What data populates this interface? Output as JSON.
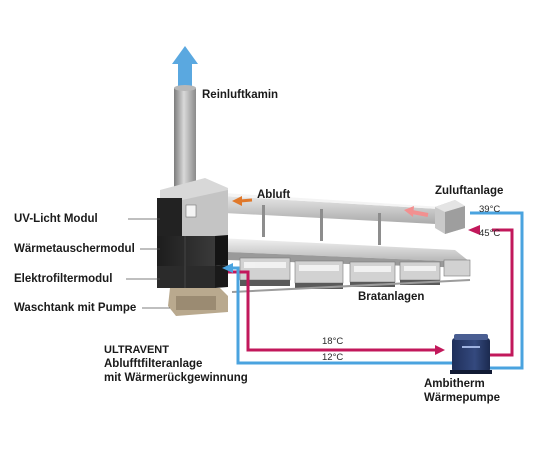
{
  "labels": {
    "reinluftkamin": "Reinluftkamin",
    "abluft": "Abluft",
    "zuluftanlage": "Zuluftanlage",
    "uv_licht": "UV-Licht Modul",
    "waermetauscher": "Wärmetauschermodul",
    "elektrofilter": "Elektrofiltermodul",
    "waschtank": "Waschtank mit Pumpe",
    "bratanlagen": "Bratanlagen",
    "ultravent_title": "ULTRAVENT",
    "ultravent_line1": "Ablufftfilteranlage",
    "ultravent_line2": "mit Wärmerückgewinnung",
    "ambitherm_line1": "Ambitherm",
    "ambitherm_line2": "Wärmepumpe"
  },
  "temperatures": {
    "t39": "39°C",
    "t45": "45°C",
    "t18": "18°C",
    "t12": "12°C"
  },
  "colors": {
    "hot_line": "#c2185b",
    "cold_line": "#4aa3df",
    "clean_air_arrow": "#5aa8e0",
    "exhaust_arrow": "#e0782a",
    "supply_arrow": "#f29090"
  }
}
